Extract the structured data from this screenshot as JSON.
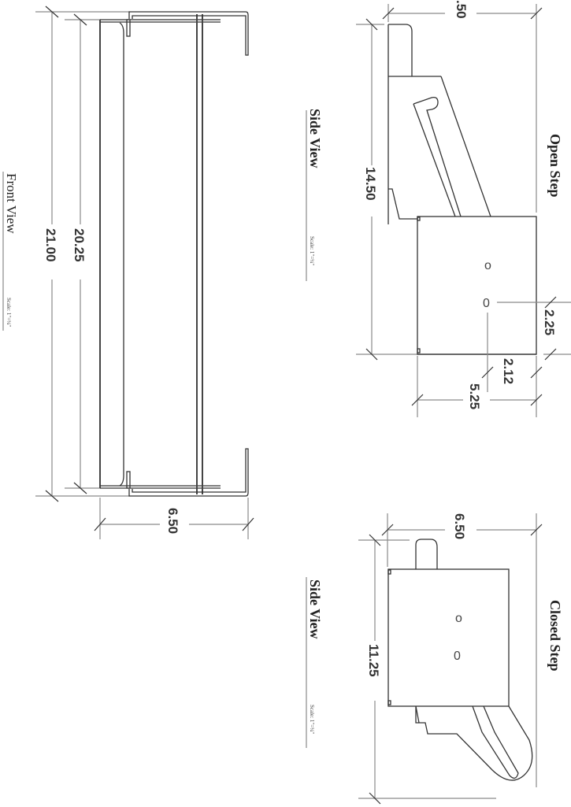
{
  "front_view": {
    "title": "Front View",
    "scale": "Scale: 1\"=¼\"",
    "dimensions": {
      "overall_length": "21.00",
      "inner_length": "20.25",
      "depth": "6.50"
    }
  },
  "open_step": {
    "title": "Open Step",
    "view_label": "Side View",
    "scale": "Scale: 1\"=¼\"",
    "dimensions": {
      "top_width": ".50",
      "height": "14.50",
      "offset_a": "2.25",
      "offset_b": "2.12",
      "base_width": "5.25"
    },
    "hole_marks": [
      "o",
      "0"
    ]
  },
  "closed_step": {
    "title": "Closed Step",
    "view_label": "Side View",
    "scale": "Scale: 1\"=¼\"",
    "dimensions": {
      "width": "6.50",
      "height": "11.25"
    },
    "hole_marks": [
      "o",
      "0"
    ]
  }
}
